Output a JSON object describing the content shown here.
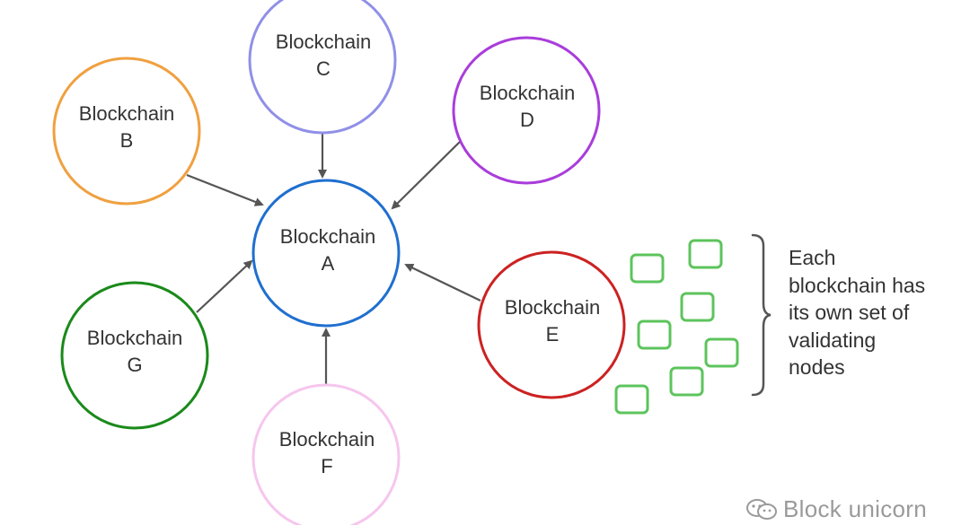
{
  "nodes": {
    "a": {
      "label": "Blockchain",
      "letter": "A",
      "color": "#1f6fcf"
    },
    "b": {
      "label": "Blockchain",
      "letter": "B",
      "color": "#f0a040"
    },
    "c": {
      "label": "Blockchain",
      "letter": "C",
      "color": "#9090e8"
    },
    "d": {
      "label": "Blockchain",
      "letter": "D",
      "color": "#a93ddb"
    },
    "e": {
      "label": "Blockchain",
      "letter": "E",
      "color": "#cc2222"
    },
    "f": {
      "label": "Blockchain",
      "letter": "F",
      "color": "#f6c6ee"
    },
    "g": {
      "label": "Blockchain",
      "letter": "G",
      "color": "#1a8a1a"
    }
  },
  "validator_color": "#5cc45c",
  "arrow_color": "#555555",
  "note": {
    "lines": [
      "Each",
      "blockchain has",
      "its own set of",
      "validating",
      "nodes"
    ]
  },
  "watermark": {
    "text": "Block unicorn"
  }
}
